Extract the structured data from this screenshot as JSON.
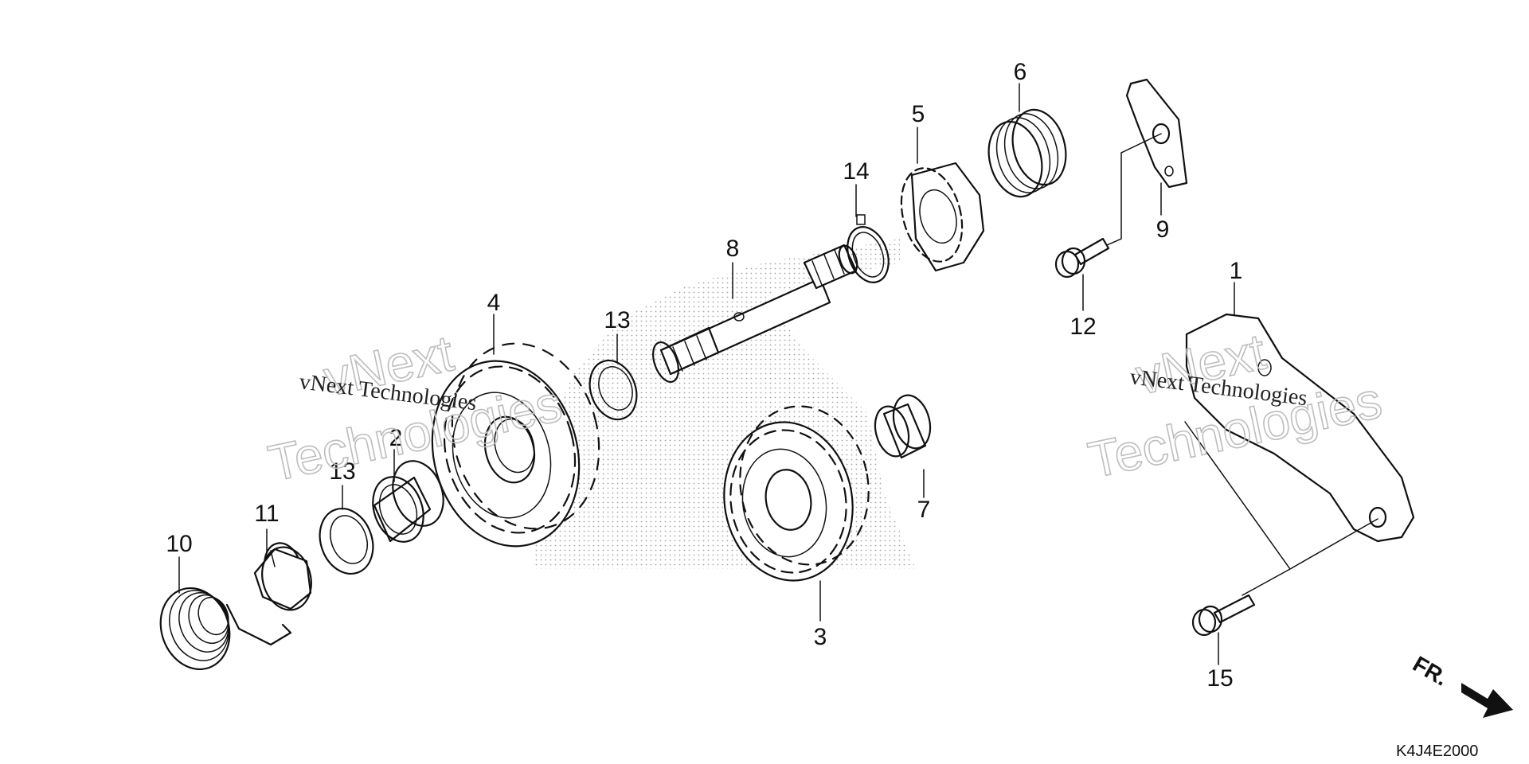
{
  "diagram": {
    "callouts": [
      {
        "num": "1"
      },
      {
        "num": "2"
      },
      {
        "num": "3"
      },
      {
        "num": "4"
      },
      {
        "num": "5"
      },
      {
        "num": "6"
      },
      {
        "num": "7"
      },
      {
        "num": "8"
      },
      {
        "num": "9"
      },
      {
        "num": "10"
      },
      {
        "num": "11"
      },
      {
        "num": "12"
      },
      {
        "num": "13"
      },
      {
        "num": "13"
      },
      {
        "num": "14"
      },
      {
        "num": "15"
      }
    ],
    "watermark": {
      "line1": "vNext",
      "line2": "Technologies",
      "inline": "vNext Technologies"
    },
    "front_arrow_label": "FR.",
    "diagram_code": "K4J4E2000"
  }
}
